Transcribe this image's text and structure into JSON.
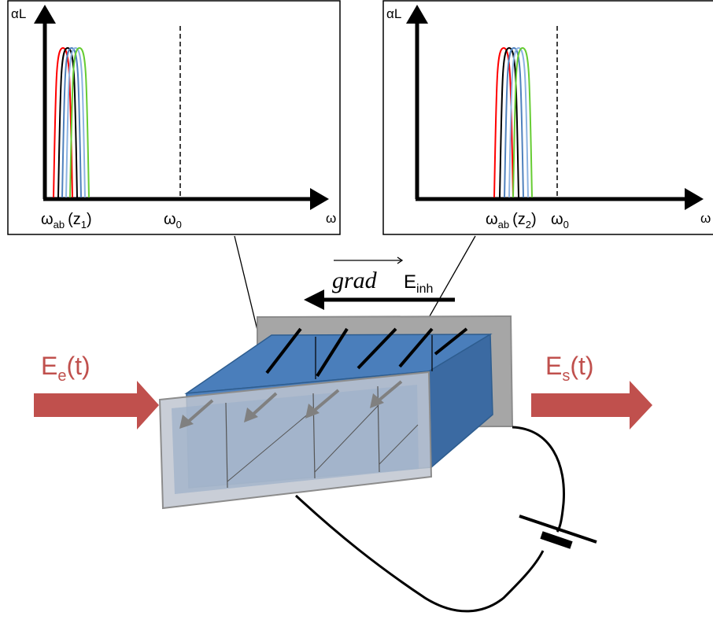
{
  "colors": {
    "arrow_red": "#c0504d",
    "slab_blue": "#4f81bd",
    "slab_grey": "#a6a6a6",
    "plate_grey": "#b7c0cc",
    "curve_red": "#ff0000",
    "curve_black": "#000000",
    "curve_blue": "#4f81bd",
    "curve_lightblue": "#8db3e2",
    "curve_green": "#66cc33",
    "dashed_line": "#000000"
  },
  "icons": {
    "input_field_arrow": "right-arrow-icon",
    "output_field_arrow": "right-arrow-icon",
    "gradient_arrow": "left-arrow-icon",
    "battery": "battery-icon"
  },
  "plot_left": {
    "ylabel": "αL",
    "xlabel": "ω",
    "tick_ab_main": "ω",
    "tick_ab_sub": "ab",
    "tick_ab_arg": "(z",
    "tick_ab_arg_sub": "1",
    "tick_ab_close": ")",
    "tick_0_main": "ω",
    "tick_0_sub": "0"
  },
  "plot_right": {
    "ylabel": "αL",
    "xlabel": "ω",
    "tick_ab_main": "ω",
    "tick_ab_sub": "ab",
    "tick_ab_arg": "(z",
    "tick_ab_arg_sub": "2",
    "tick_ab_close": ")",
    "tick_0_main": "ω",
    "tick_0_sub": "0"
  },
  "gradient": {
    "grad_text": "grad",
    "field_main": "E",
    "field_sub": "inh"
  },
  "input_field": {
    "main": "E",
    "sub": "e",
    "arg": "(t)"
  },
  "output_field": {
    "main": "E",
    "sub": "s",
    "arg": "(t)"
  }
}
